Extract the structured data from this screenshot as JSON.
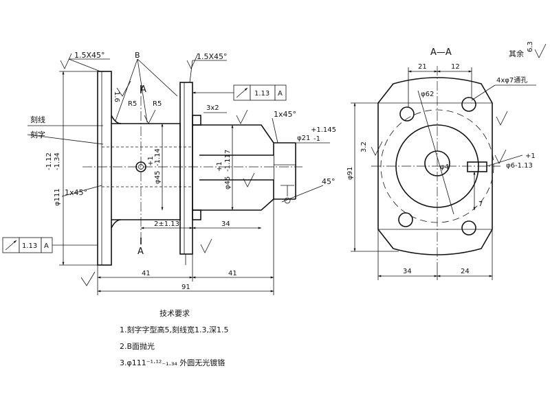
{
  "views": {
    "section_title": "A—A",
    "section_mark": "A",
    "surface_b": "B"
  },
  "chamfers": {
    "left_flange": "1.5X45°",
    "right_flange": "1.5X45°",
    "bore_right": "1x45°",
    "flange_lower": "1x45°",
    "weld_angle": "45°"
  },
  "labels": {
    "engrave_line": "刻线",
    "engrave_text": "刻字",
    "radius_1": "R5",
    "radius_2": "R5",
    "holes": "4xφ7通孔",
    "rest": "其余",
    "datum_letter": "A"
  },
  "tolerance_frames": [
    {
      "value": "1.13",
      "datum": "A"
    },
    {
      "value": "1.13",
      "datum": "A"
    }
  ],
  "dimensions": {
    "groove": "3x2",
    "bore_dia": "φ21",
    "bore_tol": "+1.145",
    "bore_tol_low": "-1",
    "outer_dia": "φ111",
    "outer_tol_up": "-1.12",
    "outer_tol_low": "-1.34",
    "hub_dia": "φ45",
    "hub_tol_up": "+1",
    "hub_tol_low": "-1.14",
    "shaft_dia": "φ45",
    "shaft_tol_up": "+1",
    "shaft_tol_low": "-1.117",
    "len_small": "2±1.13",
    "len_34": "34",
    "len_41_left": "41",
    "len_41_right": "41",
    "len_total": "91",
    "flange_width_21": "21",
    "flange_width_12": "12",
    "pitch_dia": "φ62",
    "inner_dia": "φ4",
    "pin_tol_up": "+1",
    "pin_dia": "φ6-1.13",
    "pin_depth": "7",
    "height_91": "φ91",
    "bottom_34": "34",
    "bottom_24": "24",
    "roughness_a": "1.6",
    "roughness_b": "3.2",
    "roughness_c": "6.3"
  },
  "notes": {
    "title": "技术要求",
    "items": [
      "1.刻字字型高5,刻线宽1.3,深1.5",
      "2.B面抛光",
      "3.φ111⁻¹·¹²₋₁.₃₄  外圆无光镀铬"
    ]
  }
}
